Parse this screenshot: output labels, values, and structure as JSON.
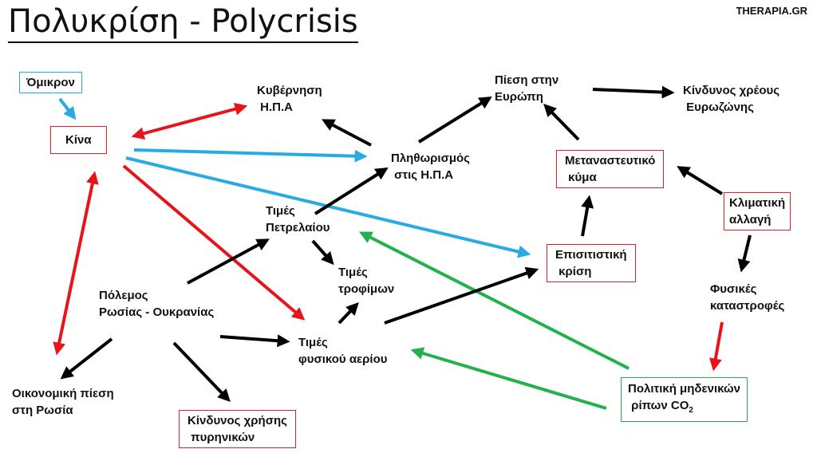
{
  "title": "Πολυκρίση - Polycrisis",
  "brand": "THERAPIA.GR",
  "nodes": {
    "omicron": "Όμικρον",
    "china": "Κίνα",
    "us_government": "Κυβέρνηση\n Η.Π.Α",
    "pressure_europe": "Πίεση στην\nΕυρώπη",
    "eurozone_debt": "Κίνδυνος χρέους\n Ευρωζώνης",
    "us_inflation": "Πληθωρισμός\n στις Η.Π.Α",
    "migration_wave": "Μεταναστευτικό\n κύμα",
    "climate_change": "Κλιματική\nαλλαγή",
    "oil_prices": "Τιμές\nΠετρελαίου",
    "food_prices": "Τιμές\nτροφίμων",
    "food_crisis": "Επισιτιστική\n κρίση",
    "war": "Πόλεμος\nΡωσίας - Ουκρανίας",
    "natural_disasters": "Φυσικές\nκαταστροφές",
    "gas_prices": "Τιμές\nφυσικού αερίου",
    "russia_pressure": "Οικονομική πίεση\nστη Ρωσία",
    "nuclear_risk": "Κίνδυνος χρήσης\n πυρηνικών",
    "zero_emissions": "Πολιτική μηδενικών\n ρίπων CO",
    "zero_emissions_sub": "2"
  },
  "colors": {
    "black": "#000000",
    "red": "#e8141c",
    "blue": "#29abe2",
    "green": "#22b14c"
  }
}
